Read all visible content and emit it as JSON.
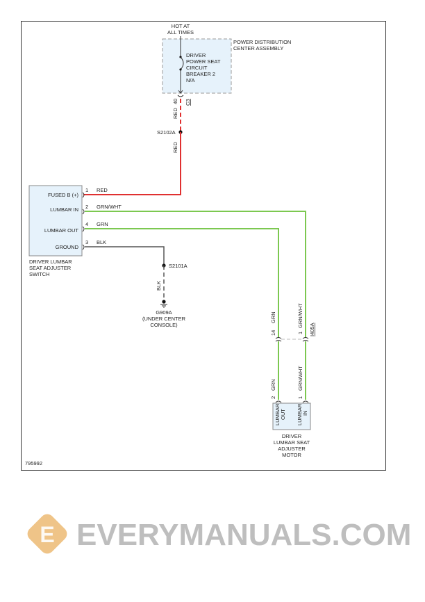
{
  "diagram_id": "795992",
  "power_source": {
    "line1": "HOT AT",
    "line2": "ALL TIMES"
  },
  "pdc": {
    "title_line1": "POWER DISTRIBUTION",
    "title_line2": "CENTER ASSEMBLY",
    "breaker_lines": [
      "DRIVER",
      "POWER SEAT",
      "CIRCUIT",
      "BREAKER 2",
      "N/A"
    ],
    "pin": "40",
    "connector": "C3"
  },
  "splices": {
    "red": "S2102A",
    "blk": "S2101A"
  },
  "ground": {
    "id": "G909A",
    "line2": "(UNDER CENTER",
    "line3": "CONSOLE)"
  },
  "switch": {
    "name_lines": [
      "DRIVER LUMBAR",
      "SEAT ADJUSTER",
      "SWITCH"
    ],
    "pins": [
      {
        "label": "FUSED B (+)",
        "pin": "1",
        "wire": "RED"
      },
      {
        "label": "LUMBAR IN",
        "pin": "2",
        "wire": "GRN/WHT"
      },
      {
        "label": "LUMBAR OUT",
        "pin": "4",
        "wire": "GRN"
      },
      {
        "label": "GROUND",
        "pin": "3",
        "wire": "BLK"
      }
    ]
  },
  "inline_connector": {
    "id": "I405A",
    "grn_pin": "14",
    "grnwht_pin": "1"
  },
  "motor": {
    "name_lines": [
      "DRIVER",
      "LUMBAR SEAT",
      "ADJUSTER",
      "MOTOR"
    ],
    "pin_out": "2",
    "pin_in": "1",
    "label_out_1": "LUMBAR",
    "label_out_2": "OUT",
    "label_in_1": "LUMBAR",
    "label_in_2": "IN",
    "wire_out": "GRN",
    "wire_in": "GRN/WHT"
  },
  "wire_labels": {
    "red": "RED",
    "blk": "BLK",
    "grn": "GRN",
    "grnwht": "GRN/WHT"
  },
  "watermark": "EVERYMANUALS.COM",
  "colors": {
    "red": "#e03030",
    "green": "#7cc850",
    "black": "#555555",
    "box_fill": "#e6f2fb"
  }
}
